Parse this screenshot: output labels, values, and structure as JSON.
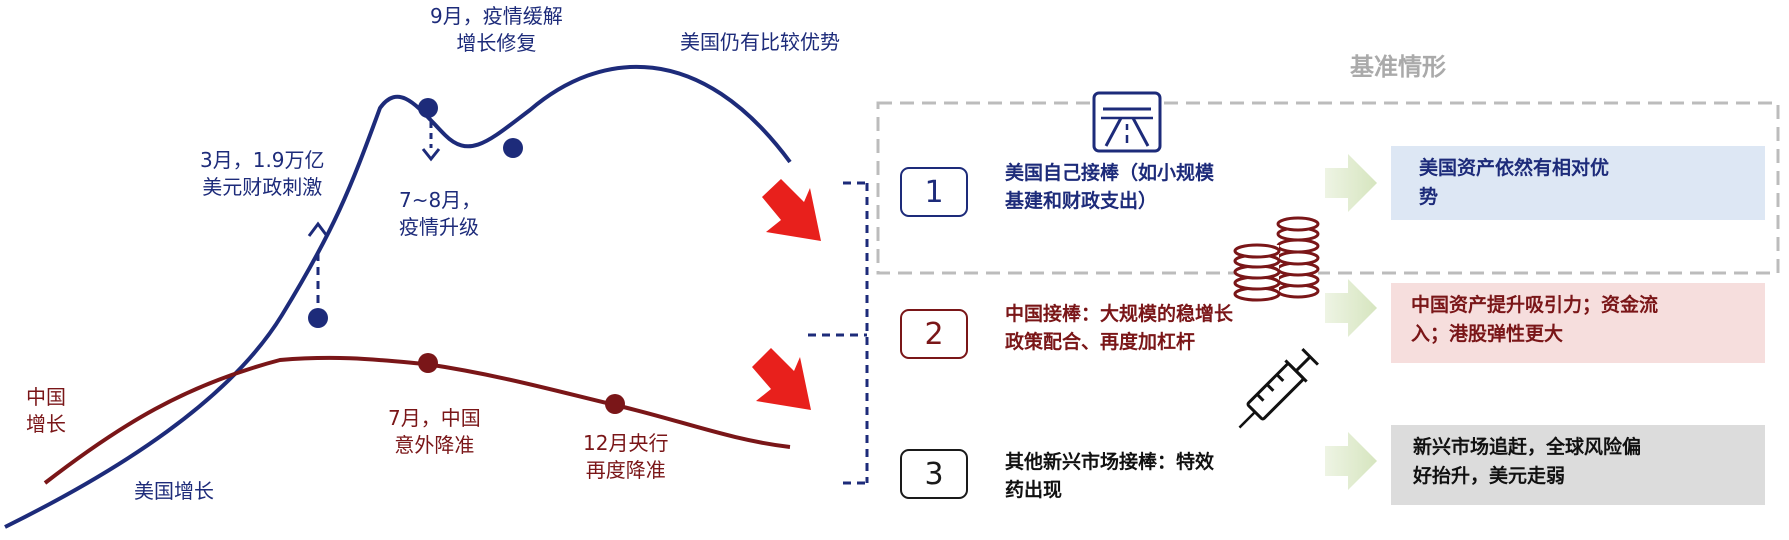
{
  "annotations": {
    "sep_relief": [
      "9月，疫情缓解",
      "增长修复"
    ],
    "us_advantage": "美国仍有比较优势",
    "march_stimulus": [
      "3月，1.9万亿",
      "美元财政刺激"
    ],
    "julaug_escalation": [
      "7~8月，",
      "疫情升级"
    ],
    "china_growth": [
      "中国",
      "增长"
    ],
    "us_growth": "美国增长",
    "july_rrr_cut": [
      "7月，中国",
      "意外降准"
    ],
    "dec_rrr_cut": [
      "12月央行",
      "再度降准"
    ]
  },
  "baseline_label": "基准情形",
  "options": [
    {
      "number": "1",
      "text": [
        "美国自己接棒（如小规模",
        "基建和财政支出）"
      ],
      "result": [
        "美国资产依然有相对优",
        "势"
      ]
    },
    {
      "number": "2",
      "text": [
        "中国接棒：大规模的稳增长",
        "政策配合、再度加杠杆"
      ],
      "result": [
        "中国资产提升吸引力；资金流",
        "入；港股弹性更大"
      ]
    },
    {
      "number": "3",
      "text": [
        "其他新兴市场接棒：特效",
        "药出现"
      ],
      "result": [
        "新兴市场追赶，全球风险偏",
        "好抬升，美元走弱"
      ]
    }
  ],
  "icons": [
    "highway-icon",
    "coin-stack-icon",
    "syringe-icon",
    "arrow-icon"
  ],
  "colors": {
    "us_line": "#1d2b7a",
    "china_line": "#7a1618",
    "accent_arrow": "#e8201c",
    "option1_result_bg": "#dde7f4",
    "option2_result_bg": "#f6dedd",
    "option3_result_bg": "#dcdcdc",
    "step_arrow": "#dde9c8",
    "baseline_box": "#bcbcbc"
  }
}
